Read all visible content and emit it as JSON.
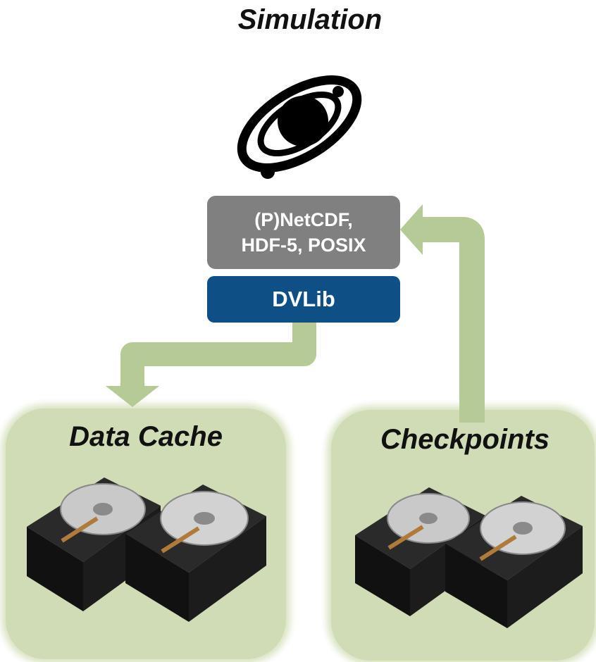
{
  "diagram": {
    "title": "Simulation",
    "io_box": {
      "line1": "(P)NetCDF,",
      "line2": "HDF-5, POSIX"
    },
    "dvlib_label": "DVLib",
    "data_cache_label": "Data Cache",
    "checkpoints_label": "Checkpoints",
    "logo_icon": "galaxy-orbit-icon",
    "drive_icon": "hard-drive-icon"
  },
  "colors": {
    "io_box": "#808080",
    "dvlib": "#0e4f86",
    "panel": "#cfdcb6",
    "arrow": "#b6ca96"
  }
}
